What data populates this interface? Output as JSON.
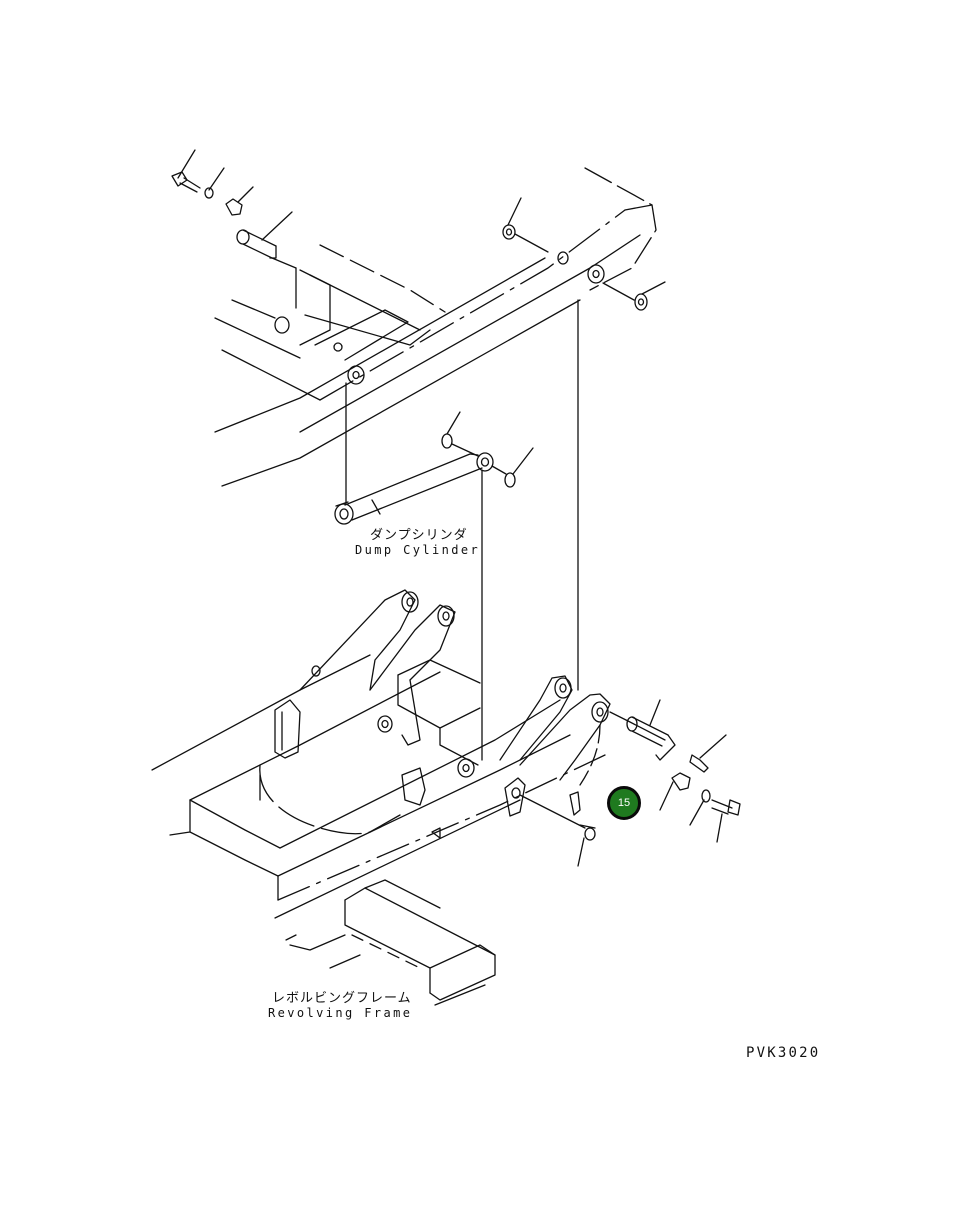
{
  "diagram": {
    "labels": {
      "dump_cylinder_jp": "ダンプシリンダ",
      "dump_cylinder_en": "Dump Cylinder",
      "revolving_frame_jp": "レボルビングフレーム",
      "revolving_frame_en": "Revolving Frame",
      "drawing_code": "PVK3020"
    },
    "callout": {
      "number": "15",
      "fill_color": "#1f7a1f",
      "border_color": "#0a0a0a",
      "text_color": "#ffffff"
    },
    "line_color": "#111111"
  }
}
